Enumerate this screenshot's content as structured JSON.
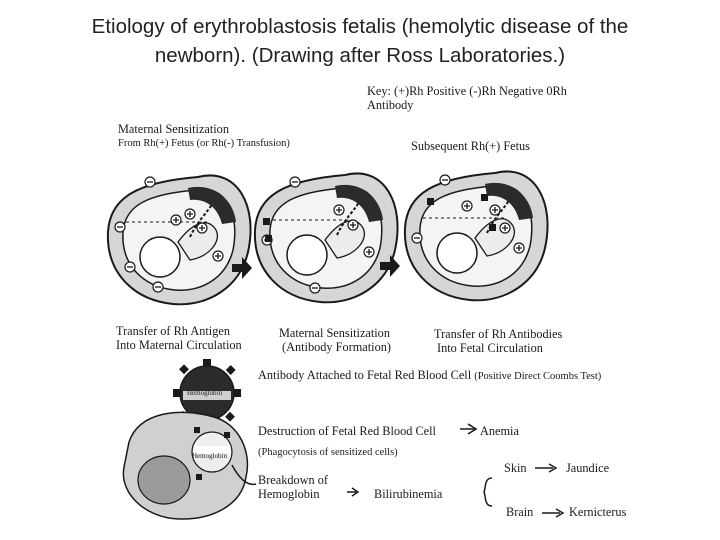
{
  "title_line1": "Etiology of erythroblastosis fetalis (hemolytic disease of the",
  "title_line2": "newborn). (Drawing after Ross Laboratories.)",
  "key": {
    "line1": "Key: (+)Rh Positive (-)Rh Negative 0Rh",
    "line2": "Antibody"
  },
  "top_left_label": [
    "Maternal Sensitization",
    "From Rh(+) Fetus (or Rh(-) Transfusion)"
  ],
  "top_right_label": "Subsequent Rh(+) Fetus",
  "stage_labels": [
    [
      "Transfer of Rh Antigen",
      "Into Maternal Circulation"
    ],
    [
      "Maternal Sensitization",
      "(Antibody Formation)"
    ],
    [
      "Transfer of Rh Antibodies",
      "Into Fetal Circulation"
    ]
  ],
  "rbc_label": "Hemoglobin",
  "antibody_attached": "Antibody Attached to Fetal Red Blood Cell",
  "antibody_attached_note": "(Positive Direct Coombs Test)",
  "destruction": "Destruction of Fetal Red Blood Cell",
  "anemia": "Anemia",
  "phagocytosis": "(Phagocytosis of sensitized cells)",
  "macrophage_label": "Hemoglobin",
  "breakdown": [
    "Breakdown of",
    "Hemoglobin"
  ],
  "bilirubinemia": "Bilirubinemia",
  "skin": "Skin",
  "jaundice": "Jaundice",
  "brain": "Brain",
  "kernicterus": "Kernicterus",
  "colors": {
    "ink": "#1a1a1a",
    "dark_fill": "#2b2b2b",
    "mid_fill": "#9a9a9a",
    "light_fill": "#d9d9d9"
  }
}
